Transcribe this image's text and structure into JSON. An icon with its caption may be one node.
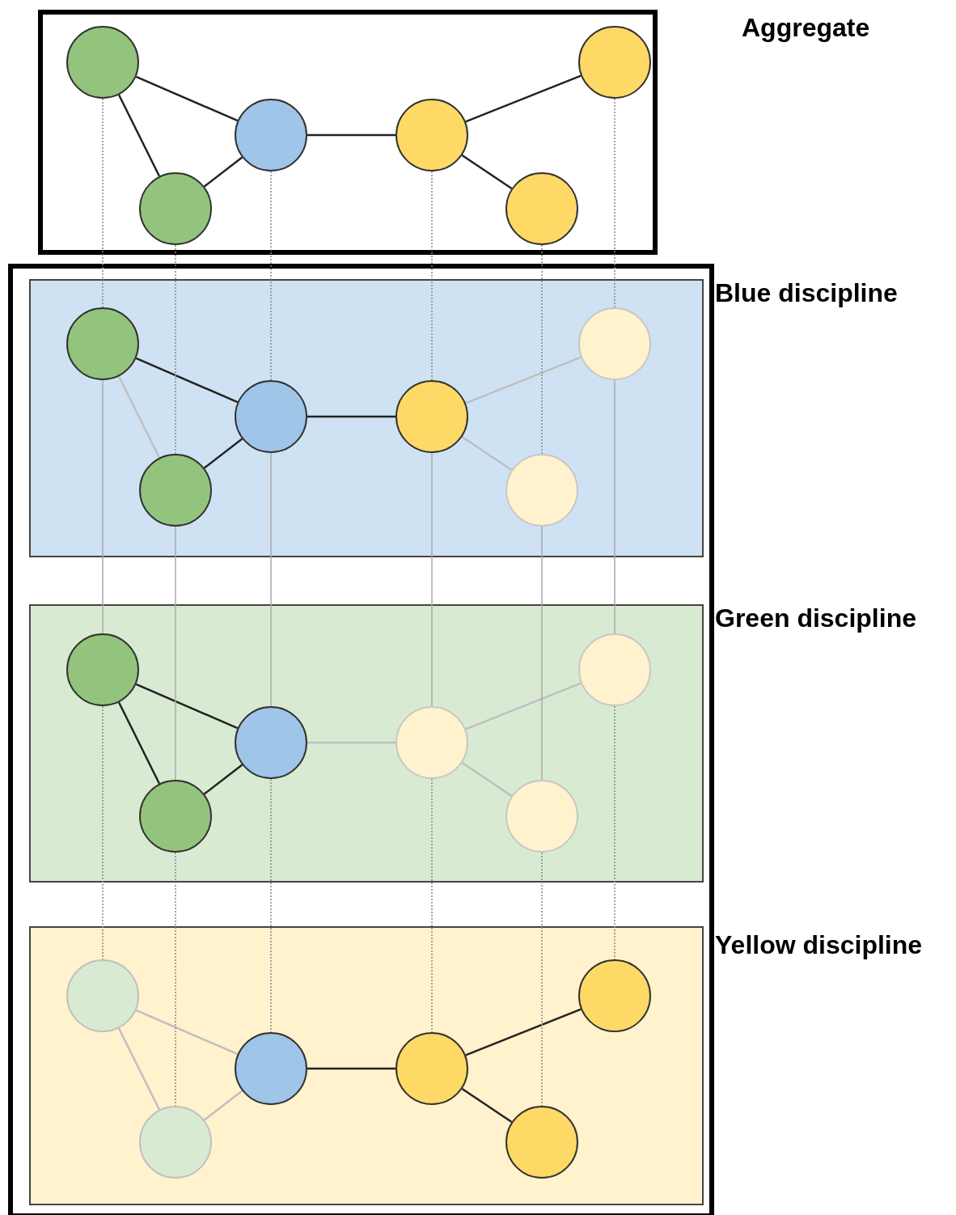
{
  "diagram": {
    "nodes": [
      {
        "text": [
          "Aggregate"
        ]
      },
      {
        "text": [],
        "shape": "circle",
        "in": 0
      },
      {
        "text": [],
        "shape": "circle",
        "in": 0
      },
      {
        "text": [],
        "shape": "circle",
        "in": 0
      },
      {
        "text": [],
        "shape": "circle",
        "in": 0
      },
      {
        "text": [],
        "shape": "circle",
        "in": 0
      },
      {
        "text": [],
        "shape": "circle",
        "in": 0
      },
      {
        "text": [],
        "shape": "box"
      },
      {
        "text": [
          "Blue discipline"
        ],
        "in": 7
      },
      {
        "text": [],
        "shape": "circle",
        "in": 8
      },
      {
        "text": [],
        "shape": "circle",
        "in": 8
      },
      {
        "text": [],
        "shape": "circle",
        "in": 8
      },
      {
        "text": [],
        "shape": "circle",
        "in": 8
      },
      {
        "text": [],
        "shape": "circle",
        "in": 8
      },
      {
        "text": [],
        "shape": "circle",
        "in": 8
      },
      {
        "text": [
          "Green discipline"
        ],
        "in": 7
      },
      {
        "text": [],
        "shape": "circle",
        "in": 15
      },
      {
        "text": [],
        "shape": "circle",
        "in": 15
      },
      {
        "text": [],
        "shape": "circle",
        "in": 15
      },
      {
        "text": [],
        "shape": "circle",
        "in": 15
      },
      {
        "text": [],
        "shape": "circle",
        "in": 15
      },
      {
        "text": [],
        "shape": "circle",
        "in": 15
      },
      {
        "text": [
          "Yellow discipline"
        ],
        "in": 7
      },
      {
        "text": [],
        "shape": "circle",
        "in": 22
      },
      {
        "text": [],
        "shape": "circle",
        "in": 22
      },
      {
        "text": [],
        "shape": "circle",
        "in": 22
      },
      {
        "text": [],
        "shape": "circle",
        "in": 22
      },
      {
        "text": [],
        "shape": "circle",
        "in": 22
      },
      {
        "text": [],
        "shape": "circle",
        "in": 22
      }
    ],
    "edges": [
      {
        "from": 1,
        "to": 3,
        "arrow": "none"
      },
      {
        "from": 1,
        "to": 5,
        "arrow": "none"
      },
      {
        "from": 5,
        "to": 3,
        "arrow": "none"
      },
      {
        "from": 3,
        "to": 4,
        "arrow": "none"
      },
      {
        "from": 4,
        "to": 2,
        "arrow": "none"
      },
      {
        "from": 4,
        "to": 6,
        "arrow": "none"
      },
      {
        "from": 9,
        "to": 11,
        "arrow": "none"
      },
      {
        "from": 9,
        "to": 13,
        "arrow": "none",
        "color": "#bfbfbf"
      },
      {
        "from": 13,
        "to": 11,
        "arrow": "none"
      },
      {
        "from": 11,
        "to": 12,
        "arrow": "none"
      },
      {
        "from": 12,
        "to": 10,
        "arrow": "none",
        "color": "#bfbfbf"
      },
      {
        "from": 12,
        "to": 14,
        "arrow": "none",
        "color": "#bfbfbf"
      },
      {
        "from": 16,
        "to": 18,
        "arrow": "none"
      },
      {
        "from": 16,
        "to": 20,
        "arrow": "none"
      },
      {
        "from": 20,
        "to": 18,
        "arrow": "none"
      },
      {
        "from": 18,
        "to": 19,
        "arrow": "none",
        "color": "#bfbfbf"
      },
      {
        "from": 19,
        "to": 17,
        "arrow": "none",
        "color": "#bfbfbf"
      },
      {
        "from": 19,
        "to": 21,
        "arrow": "none",
        "color": "#bfbfbf"
      },
      {
        "from": 23,
        "to": 25,
        "arrow": "none",
        "color": "#bfbfbf"
      },
      {
        "from": 23,
        "to": 27,
        "arrow": "none",
        "color": "#bfbfbf"
      },
      {
        "from": 27,
        "to": 25,
        "arrow": "none",
        "color": "#bfbfbf"
      },
      {
        "from": 25,
        "to": 26,
        "arrow": "none"
      },
      {
        "from": 26,
        "to": 24,
        "arrow": "none"
      },
      {
        "from": 26,
        "to": 28,
        "arrow": "none"
      },
      {
        "from": 1,
        "to": 9,
        "arrow": "none",
        "style": "dashed",
        "color": "#888888"
      },
      {
        "from": 5,
        "to": 13,
        "arrow": "none",
        "style": "dashed",
        "color": "#888888"
      },
      {
        "from": 3,
        "to": 11,
        "arrow": "none",
        "style": "dashed",
        "color": "#888888"
      },
      {
        "from": 4,
        "to": 12,
        "arrow": "none",
        "style": "dashed",
        "color": "#888888"
      },
      {
        "from": 6,
        "to": 14,
        "arrow": "none",
        "style": "dashed",
        "color": "#888888"
      },
      {
        "from": 2,
        "to": 10,
        "arrow": "none",
        "style": "dashed",
        "color": "#888888"
      },
      {
        "from": 9,
        "to": 16,
        "arrow": "none",
        "color": "#aaaaaa"
      },
      {
        "from": 13,
        "to": 20,
        "arrow": "none",
        "color": "#aaaaaa"
      },
      {
        "from": 11,
        "to": 18,
        "arrow": "none",
        "color": "#aaaaaa"
      },
      {
        "from": 12,
        "to": 19,
        "arrow": "none",
        "color": "#aaaaaa"
      },
      {
        "from": 14,
        "to": 21,
        "arrow": "none",
        "color": "#aaaaaa"
      },
      {
        "from": 10,
        "to": 17,
        "arrow": "none",
        "color": "#aaaaaa"
      },
      {
        "from": 16,
        "to": 23,
        "arrow": "none",
        "style": "dashed",
        "color": "#888888"
      },
      {
        "from": 20,
        "to": 27,
        "arrow": "none",
        "style": "dashed",
        "color": "#888888"
      },
      {
        "from": 18,
        "to": 25,
        "arrow": "none",
        "style": "dashed",
        "color": "#888888"
      },
      {
        "from": 19,
        "to": 26,
        "arrow": "none",
        "style": "dashed",
        "color": "#888888"
      },
      {
        "from": 21,
        "to": 28,
        "arrow": "none",
        "style": "dashed",
        "color": "#888888"
      },
      {
        "from": 17,
        "to": 24,
        "arrow": "none",
        "style": "dashed",
        "color": "#888888"
      }
    ]
  }
}
